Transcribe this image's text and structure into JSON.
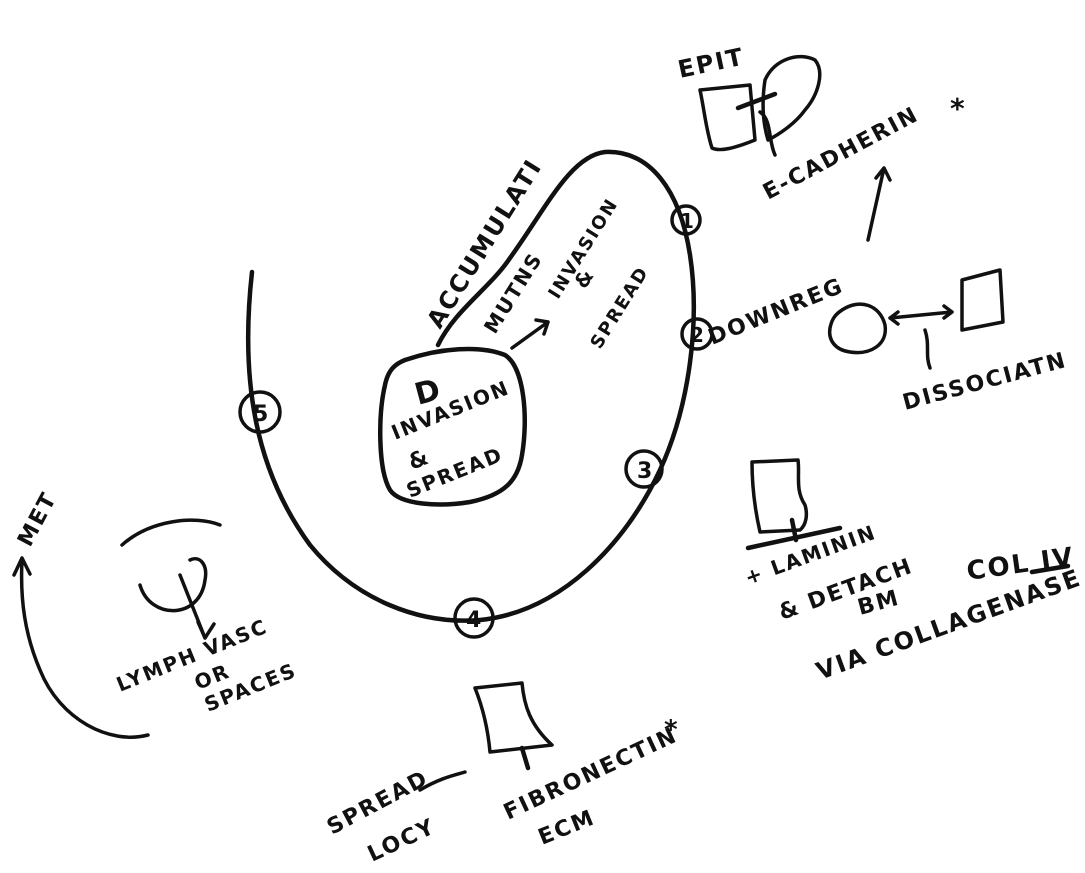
{
  "colors": {
    "ink": "#111111",
    "paper": "#ffffff"
  },
  "center": {
    "lines": [
      "INVASION",
      "&",
      "SPREAD"
    ],
    "marker": "D"
  },
  "accumulation": "ACCUMULATI",
  "mutations": "MUTNS",
  "arrow_label": {
    "lines": [
      "INVASION",
      "&",
      "SPREAD"
    ]
  },
  "step_numbers": {
    "s1": "1",
    "s2": "2",
    "s3": "3",
    "s4": "4",
    "s5": "5"
  },
  "epit": "EPIT",
  "ecadherin": "E-CADHERIN",
  "star1": "*",
  "downreg": "DOWNREG",
  "dissociation": "DISSOCIATN",
  "laminin": {
    "lines": [
      "+ LAMININ",
      "& DETACH",
      "BM"
    ]
  },
  "col_iv": "COL IV",
  "via_collagenase": "VIA COLLAGENASE",
  "met": "MET",
  "lymph": {
    "lines": [
      "LYMPH VASC",
      "OR",
      "SPACES"
    ]
  },
  "fibronectin": "FIBRONECTIN",
  "star2": "*",
  "ecm": "ECM",
  "spread": "SPREAD",
  "locy": "LOCY"
}
